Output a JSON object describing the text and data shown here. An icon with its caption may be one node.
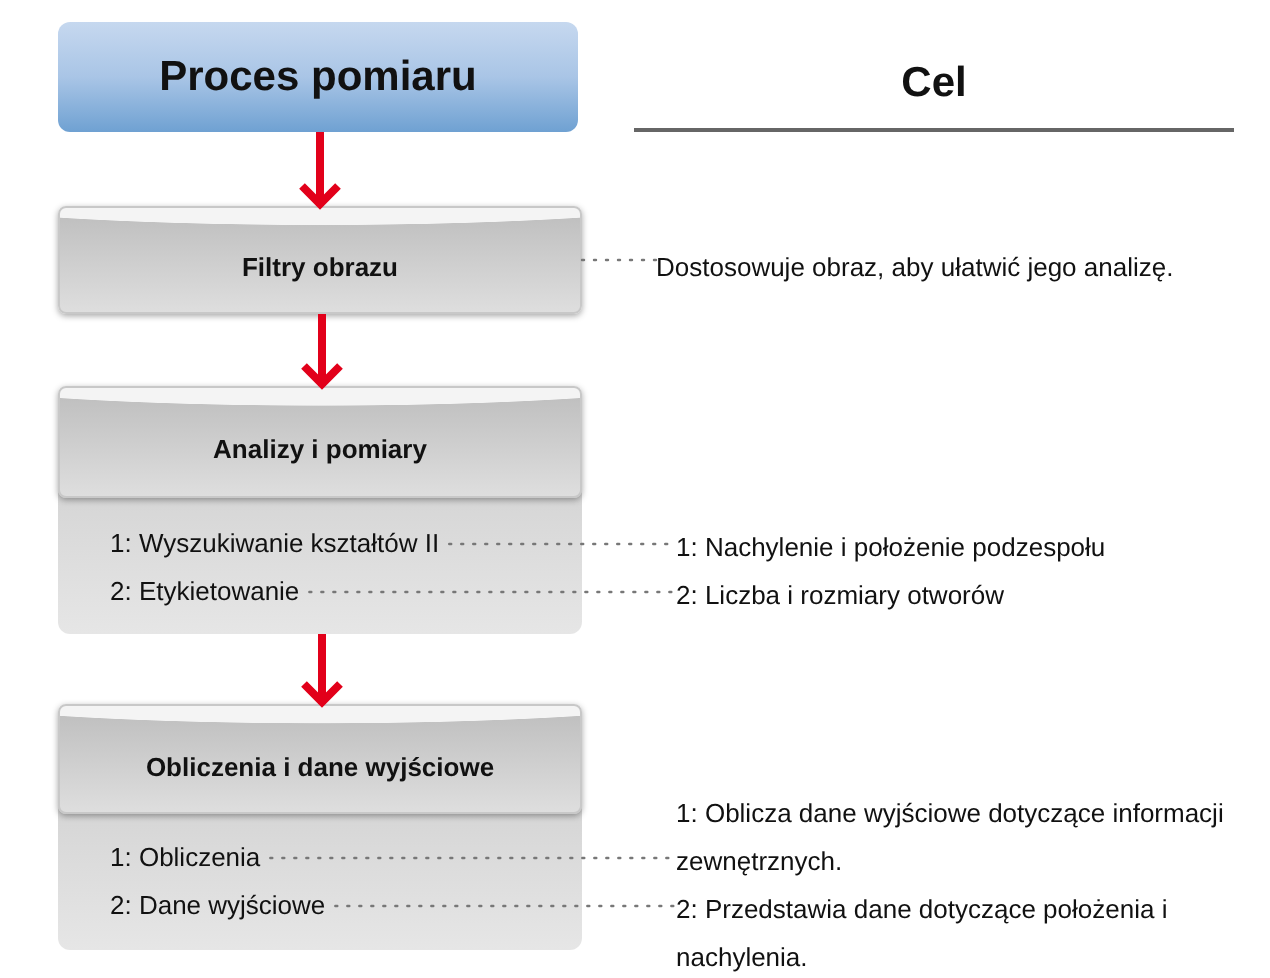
{
  "diagram": {
    "nodes": [
      {
        "text": [
          "Proces pomiaru"
        ]
      },
      {
        "text": [
          "Filtry obrazu"
        ]
      },
      {
        "text": [
          "Dostosowuje obraz, aby ułatwić jego analizę."
        ]
      },
      {
        "text": [],
        "shape": "box"
      },
      {
        "text": [
          "Analizy i pomiary"
        ],
        "in": 3
      },
      {
        "text": [
          "1: Wyszukiwanie kształtów II"
        ],
        "in": 3
      },
      {
        "text": [
          "2: Etykietowanie"
        ],
        "in": 3
      },
      {
        "text": [
          "1: Nachylenie i położenie podzespołu"
        ]
      },
      {
        "text": [
          "2: Liczba i rozmiary otworów"
        ]
      },
      {
        "text": [],
        "shape": "box"
      },
      {
        "text": [
          "Obliczenia i dane wyjściowe"
        ],
        "in": 9
      },
      {
        "text": [
          "1: Obliczenia"
        ],
        "in": 9
      },
      {
        "text": [
          "2: Dane wyjściowe"
        ],
        "in": 9
      },
      {
        "text": [
          "1: Oblicza dane wyjściowe dotyczące informacji zewnętrznych."
        ]
      },
      {
        "text": [
          "2: Przedstawia dane dotyczące położenia i nachylenia."
        ]
      }
    ],
    "edges": [
      {
        "from": 0,
        "to": 1,
        "arrow": "to",
        "style": "thick",
        "color": "#e2001a"
      },
      {
        "from": 1,
        "to": 4,
        "arrow": "to",
        "style": "thick",
        "color": "#e2001a"
      },
      {
        "from": 3,
        "to": 10,
        "arrow": "to",
        "style": "thick",
        "color": "#e2001a"
      },
      {
        "from": 1,
        "to": 2,
        "arrow": "none",
        "style": "dashed"
      },
      {
        "from": 5,
        "to": 7,
        "arrow": "none",
        "style": "dashed"
      },
      {
        "from": 6,
        "to": 8,
        "arrow": "none",
        "style": "dashed"
      },
      {
        "from": 11,
        "to": 13,
        "arrow": "none",
        "style": "dashed"
      },
      {
        "from": 12,
        "to": 14,
        "arrow": "none",
        "style": "dashed"
      }
    ],
    "labels": [
      "Cel"
    ]
  }
}
